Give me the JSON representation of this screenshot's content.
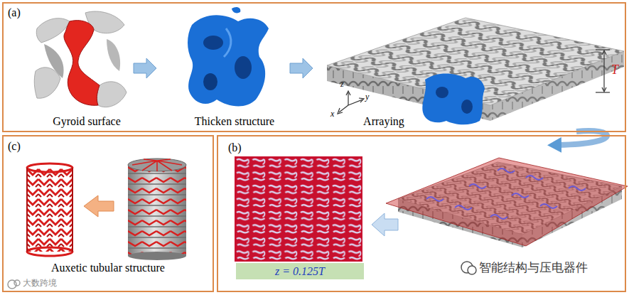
{
  "diagram": {
    "nodes": [
      {
        "text": [
          "(a)"
        ]
      },
      {
        "text": [
          "(c)"
        ]
      },
      {
        "text": [
          "(b)"
        ]
      },
      {
        "text": [
          "z = 0.125T"
        ],
        "in": 2
      }
    ],
    "edges": [
      {
        "from": 0,
        "to": 2,
        "arrow": "to"
      }
    ],
    "labels": [
      "Gyroid surface",
      "Thicken structure",
      "Arraying",
      "T",
      "z",
      "y",
      "x",
      "Auxetic tubular structure",
      "智能结构与压电器件",
      "大数跨境"
    ]
  }
}
